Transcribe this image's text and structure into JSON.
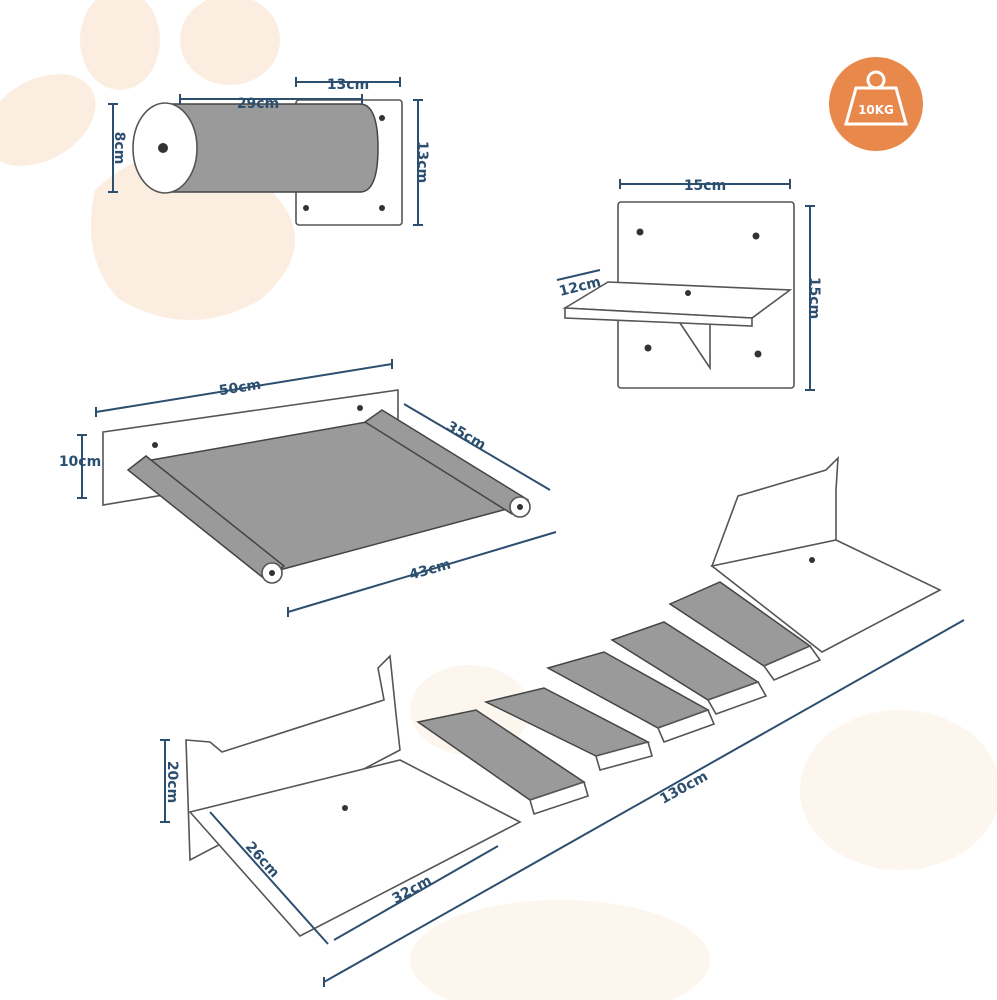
{
  "badge": {
    "weight_label": "10KG",
    "color": "#e8884a"
  },
  "colors": {
    "dimension": "#2c4f70",
    "sisal": "#9a9a9a",
    "paw": "#fbeee1"
  },
  "post": {
    "length": "29cm",
    "diameter": "8cm",
    "plate_width": "13cm",
    "plate_height": "13cm"
  },
  "step": {
    "width": "15cm",
    "depth": "12cm",
    "height": "15cm"
  },
  "hammock": {
    "length": "50cm",
    "depth": "35cm",
    "height": "10cm",
    "bed_width": "43cm"
  },
  "bridge": {
    "total_length": "130cm",
    "platform_height": "20cm",
    "platform_depth": "26cm",
    "platform_width": "32cm"
  }
}
